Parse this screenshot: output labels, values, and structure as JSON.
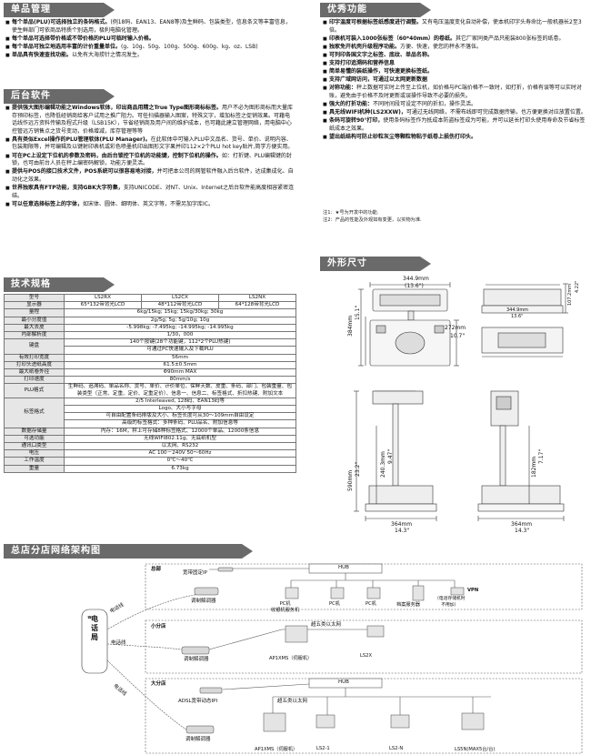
{
  "sections": {
    "single_mgmt": "单品管理",
    "backend": "后台软件",
    "advantages": "优秀功能",
    "specs": "技术规格",
    "dimensions": "外形尺寸",
    "network": "总店分店网络架构图"
  },
  "single_mgmt_bullets": [
    {
      "bold": "每个单品(PLU)可选择独立的条码格式。",
      "text": "(例18码、EAN13、EAN8等)及生鲜码、包装类型，信息条文等丰富信息，使生鲜部门可依商品特质个别选用，极利电脑化管理。"
    },
    {
      "bold": "每个单品可选择带价格或不带价格的PLU可临时输入价格。",
      "text": ""
    },
    {
      "bold": "每个单品可独立地选用丰富的计价重量单位。",
      "text": "(g、10g、50g、100g、500g、600g、kg、oz、LSB)"
    },
    {
      "bold": "单品具有快速查找功能。",
      "text": "以免有大海捞针之情况发生。"
    }
  ],
  "backend_bullets": [
    {
      "bold": "提供强大图形编辑功能之Windows软体，印出商品用精之True Type图形商标标签。",
      "text": "用户不必为图形商标而大量库存预印标签，也降低经销商给客户试用之推广阻力。可任扫描器输入图案，特殊文字，增加标签之促销效果。可藉电话线作远方资料传输及程式升级（LSB15K），节省经销商及用户间的维护成本，也可藉此建立管理网络，用电脑中心控管远方销售点之货号变动，价格增减，库存管理等等"
    },
    {
      "bold": "具有类似Excel操作的PLU管理软体(PLU Manager)。",
      "text": "在此软体中可输入PLU中文品名、货号、单价、说明内容、包装期限等，并可编辑及以键射印表机或彩色喷墨机印出图形文字果并印112×2个PLU hot key贴片,简学方便实用。"
    },
    {
      "bold": "可在PC上设定下位机的参数及密码，由后台锁控下位机的功能键，控制下位机的操作。",
      "text": "如：打折键、PLU编辑键的封锁，也可由前台人员在秤上编密码解锁，功能方便灵活。"
    },
    {
      "bold": "提供与POS的接口技术文件，POS系统可以很容易地对接，",
      "text": "并可把本公司的网管软件融入后台软件，达成集成化、自动化之效果。"
    },
    {
      "bold": "世界独家具有FTP功能，支持GBK大字符集，",
      "text": "支持UNICODE、对NT、Unix、Internet之后台软件能高度相容紧密连结。"
    },
    {
      "bold": "可以任意选择标签上的字体，",
      "text": "如宋体、圆体、细明体、英文字等，不需另加字库IC。"
    }
  ],
  "advantage_bullets": [
    {
      "bold": "印字温度可根据标签纸感度进行调整。",
      "text": "又有电压温度变化自动补偿，使本机印字头寿命比一般机器长2至3倍。"
    },
    {
      "bold": "印表机可装入1000张标签（60*40mm）的卷纸。",
      "text": "其它厂家同类产品只能装800张标签的纸卷。"
    },
    {
      "bold": "独家免开机壳升级程序功能。",
      "text": "方便、快速，使您的秤永不落伍。"
    },
    {
      "bold": "可列印各国文字之标签、底纹、单品名称。",
      "text": ""
    },
    {
      "bold": "支持打印追溯码和营养信息",
      "text": ""
    },
    {
      "bold": "简单易懂的装纸操作，可快速更换标签纸。",
      "text": ""
    },
    {
      "bold": "支持广域网访问，可通过以太网更新数据",
      "text": ""
    },
    {
      "bold": "对称功能：",
      "text": "秤上数据可实时上传至上位机，如价格与PC端价格不一致时，如打折，价格有误等可以实时对账，避免由于价格不及时更新或误操作导致不必要的损失。"
    },
    {
      "bold": "强大的打折功能：",
      "text": "不同时间段可设定不同的折扣，操作灵活。"
    },
    {
      "bold": "具无线WIFI机种(LS2XXW)，",
      "text": "可通过无线网络，不需布线即可完成数据传输，也方便更换对应放置位置。"
    },
    {
      "bold": "条码可旋转90°打印，",
      "text": "使用条码标签作为抵成本防盗标签成为可能，并可以延长打印头使用寿命及节省标签纸成本之效果。"
    },
    {
      "bold": "望出纸结构可防止砂粒灰尘等颗粒物粘于纸卷上损伤打印头。",
      "text": ""
    }
  ],
  "notes": [
    "注1：★号为开发中的功能.",
    "注2：产品的性能及外观如有变更，以实物为准."
  ],
  "spec_table": {
    "header": [
      "型号",
      "LS2RX",
      "LS2CX",
      "LS2NX"
    ],
    "rows": [
      {
        "label": "显示器",
        "cells": [
          "65*132带背光LCD",
          "48*112带背光LCD",
          "64*128带背光LCD"
        ]
      },
      {
        "label": "量程",
        "span": "6kg/15kg; 15kg; 15kg/30kg; 30kg"
      },
      {
        "label": "最小分度值",
        "span": "2g/5g; 5g; 5g/10g; 10g"
      },
      {
        "label": "最大去皮",
        "span": "-5.998kg; -7.495kg; -14.995kg; -14.995kg"
      },
      {
        "label": "内部解析度",
        "span": "1/30，000"
      },
      {
        "label": "键盘",
        "span": "140个按键(28个功能键，112*2个PLU热键)",
        "span2": "可通过PC快速输入及下载PLU"
      },
      {
        "label": "有效打印宽度",
        "span": "56mm"
      },
      {
        "label": "打印头进纸高度",
        "span": "61.5±0.5mm"
      },
      {
        "label": "最大纸卷外径",
        "span": "Φ90mm MAX"
      },
      {
        "label": "打印速度",
        "span": "80mm/s"
      },
      {
        "label": "PLU格式",
        "span": "生鲜码、追溯码、单品名称、货号、单价、计价单位、保鲜天数、皮重、条码、部门、包装重量、包装类型（正常、定重、定价、定重定价）、信息一、信息二、标签格式、折扣热键、附加文本"
      },
      {
        "label": "标签格式",
        "span": "2/5 Interleaved, 128码、EAN13码等",
        "span2": "Logo、大小写字母",
        "span3": "可自由配置条码排版及大小、标签长度可从30～109mm自由设定",
        "span4": "高级的标签格式：多种条码、PLU品名、附加信息等"
      },
      {
        "label": "数据存储量",
        "span": "内存：16M，秤上可存储8种标签格式、12000个单品、12000条信息"
      },
      {
        "label": "可选功能",
        "span": "无线WIFI802.11g、无底纸机型"
      },
      {
        "label": "通讯口类型",
        "span": "以太网、RS232"
      },
      {
        "label": "电压",
        "span": "AC 100－240V 50～60Hz"
      },
      {
        "label": "工作温度",
        "span": "0℃～40℃"
      },
      {
        "label": "重量",
        "span": "6.73kg"
      }
    ]
  },
  "dimensions": {
    "top_width": "344.9mm",
    "top_width_in": "(13.6\")",
    "height_total": "384mm",
    "height_in": "15.1\"",
    "width_272": "272mm",
    "width_272_in": "10.7\"",
    "side_top": "344.9mm",
    "side_top_in": "13.6\"",
    "side_h": "107.2mm",
    "side_h_in": "4.22\"",
    "pole_h": "590mm",
    "pole_h_in": "23.2\"",
    "pole_mid": "240.3mm",
    "pole_mid_in": "9.47\"",
    "pole_right": "182mm",
    "pole_right_in": "7.17\"",
    "base_left": "364mm",
    "base_left_in": "14.3\"",
    "base_right": "364mm",
    "base_right_in": "14.3\""
  },
  "network": {
    "hq": "总部",
    "broadband": "宽带固定IP",
    "hub1": "HUB",
    "modem1": "调制解调器",
    "pc1": "PC机\n收银机服务机",
    "pc2": "PC机",
    "pc3": "PC机",
    "server": "档案服务器",
    "vpn": "VPN",
    "vpn_note": "（电话存储机时\n不用加）",
    "telecom": "电\n话\n局",
    "phone_line1": "电话线",
    "phone_line2": "电话线",
    "phone_line3": "电话线",
    "small_store": "小分店",
    "ethernet1": "超五类以太网",
    "modem2": "调制解调器",
    "ap1": "AP1XMS（伺服机）",
    "ls2x": "LS2X",
    "big_store": "大分店",
    "hub2": "HUB",
    "adsl": "ADSL宽带动态IPI",
    "ethernet2": "超五类以太网",
    "modem3": "调制解调器",
    "ap2": "AP1XMS（伺服机）",
    "ls2_1": "LS2-1",
    "ls2_n": "LS2-N",
    "ls5n": "LS5N(MAX5台/台)"
  }
}
